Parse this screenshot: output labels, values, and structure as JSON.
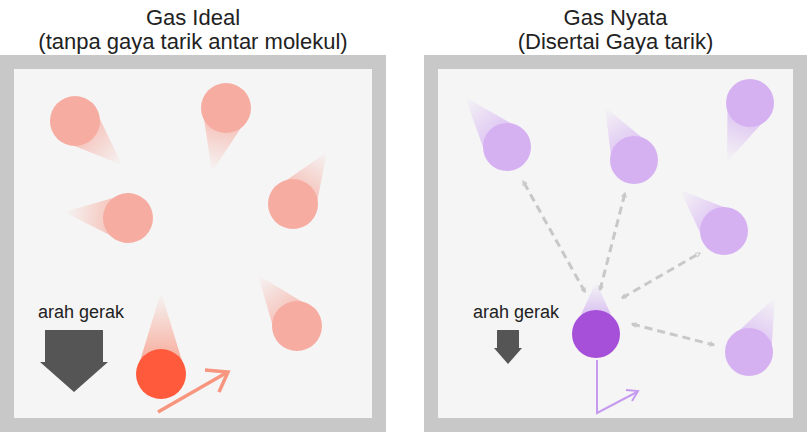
{
  "diagram": {
    "nodes": [
      {
        "text": [
          "Gas Ideal",
          "(tanpa gaya tarik antar molekul)"
        ]
      },
      {
        "text": [
          "Gas Nyata",
          "(Disertai Gaya tarik)"
        ]
      }
    ],
    "labels": [
      "arah gerak",
      "arah gerak"
    ]
  }
}
